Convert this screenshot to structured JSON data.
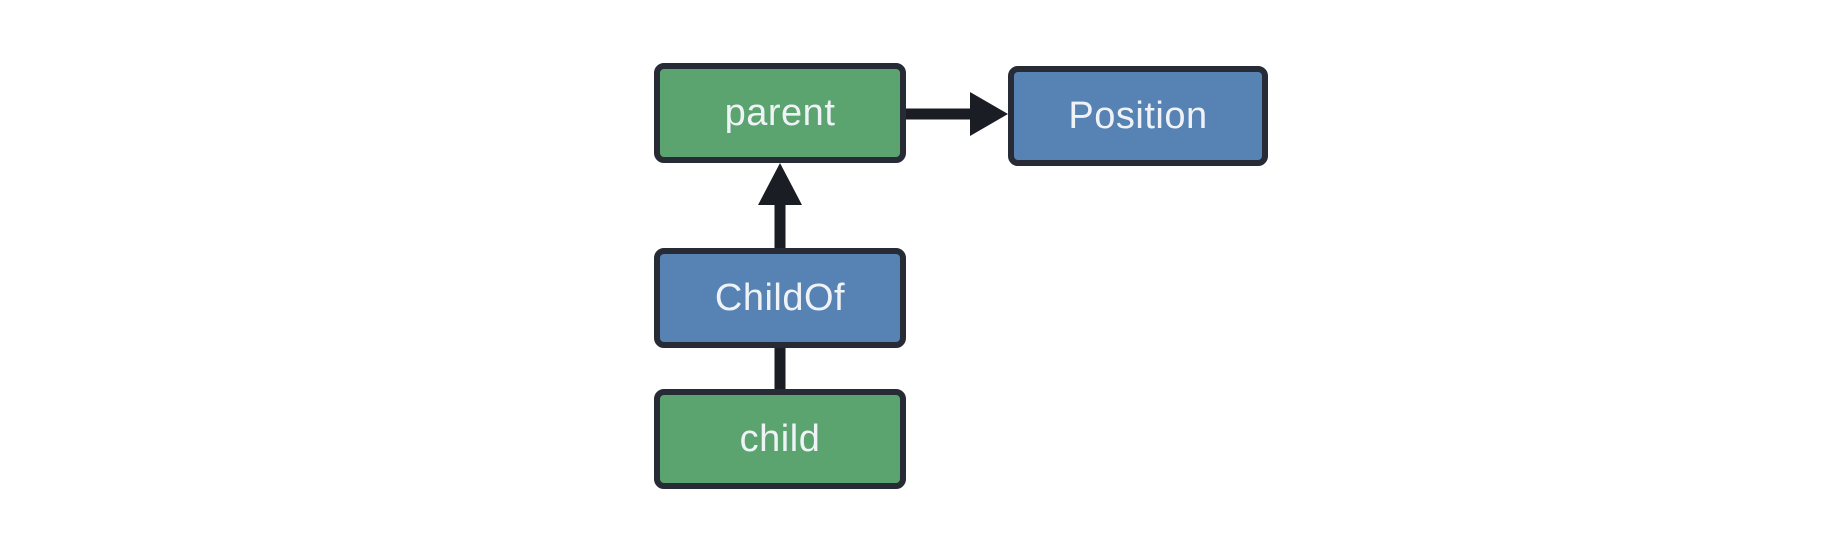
{
  "diagram": {
    "nodes": {
      "parent": {
        "label": "parent",
        "fill": "#5CA46F",
        "color_name": "green"
      },
      "position": {
        "label": "Position",
        "fill": "#5782B4",
        "color_name": "blue"
      },
      "childof": {
        "label": "ChildOf",
        "fill": "#5782B4",
        "color_name": "blue"
      },
      "child": {
        "label": "child",
        "fill": "#5CA46F",
        "color_name": "green"
      }
    },
    "edges": [
      {
        "from": "parent",
        "to": "position",
        "arrowhead": "triangle",
        "direction": "right"
      },
      {
        "from": "childof",
        "to": "parent",
        "arrowhead": "triangle",
        "direction": "up"
      },
      {
        "from": "child",
        "to": "childof",
        "arrowhead": "none",
        "direction": "up"
      }
    ],
    "colors": {
      "background": "#FFFFFF",
      "node_border": "#262B36",
      "edge": "#1A1D24",
      "text": "#EFF2F7",
      "green": "#5CA46F",
      "blue": "#5782B4"
    }
  }
}
